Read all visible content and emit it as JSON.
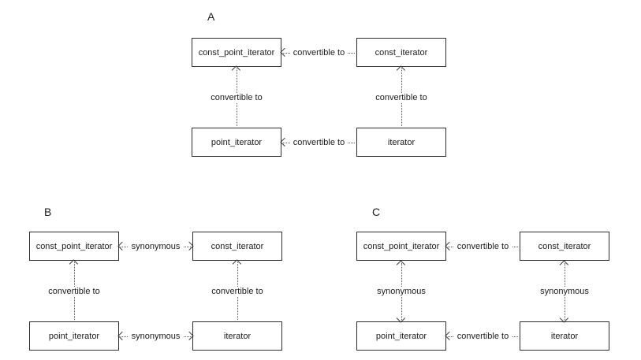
{
  "diagrams": [
    {
      "label": "A",
      "boxes": {
        "top_left": "const_point_iterator",
        "top_right": "const_iterator",
        "bottom_left": "point_iterator",
        "bottom_right": "iterator"
      },
      "edges": {
        "top_horizontal": {
          "label": "convertible to",
          "direction": "left"
        },
        "bottom_horizontal": {
          "label": "convertible to",
          "direction": "left"
        },
        "left_vertical": {
          "label": "convertible to",
          "direction": "up"
        },
        "right_vertical": {
          "label": "convertible to",
          "direction": "up"
        }
      }
    },
    {
      "label": "B",
      "boxes": {
        "top_left": "const_point_iterator",
        "top_right": "const_iterator",
        "bottom_left": "point_iterator",
        "bottom_right": "iterator"
      },
      "edges": {
        "top_horizontal": {
          "label": "synonymous",
          "direction": "both"
        },
        "bottom_horizontal": {
          "label": "synonymous",
          "direction": "both"
        },
        "left_vertical": {
          "label": "convertible to",
          "direction": "up"
        },
        "right_vertical": {
          "label": "convertible to",
          "direction": "up"
        }
      }
    },
    {
      "label": "C",
      "boxes": {
        "top_left": "const_point_iterator",
        "top_right": "const_iterator",
        "bottom_left": "point_iterator",
        "bottom_right": "iterator"
      },
      "edges": {
        "top_horizontal": {
          "label": "convertible to",
          "direction": "left"
        },
        "bottom_horizontal": {
          "label": "convertible to",
          "direction": "left"
        },
        "left_vertical": {
          "label": "synonymous",
          "direction": "both"
        },
        "right_vertical": {
          "label": "synonymous",
          "direction": "both"
        }
      }
    }
  ],
  "colors": {
    "background": "#ffffff",
    "line": "#3a3a3a",
    "text": "#1c1c1c"
  }
}
